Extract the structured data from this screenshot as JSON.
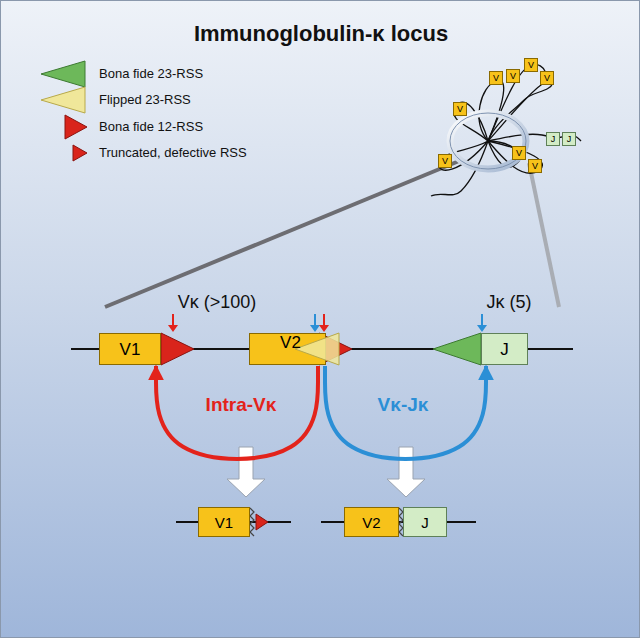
{
  "diagram": {
    "title": "Immunoglobulin-κ locus",
    "nodes": [
      {
        "text": [
          "V"
        ]
      },
      {
        "text": [
          "V"
        ]
      },
      {
        "text": [
          "V"
        ]
      },
      {
        "text": [
          "V"
        ]
      },
      {
        "text": [
          "V"
        ]
      },
      {
        "text": [
          "V"
        ]
      },
      {
        "text": [
          "V"
        ]
      },
      {
        "text": [
          "V"
        ]
      },
      {
        "text": [
          "J"
        ]
      },
      {
        "text": [
          "J"
        ]
      },
      {
        "text": [
          "V1"
        ]
      },
      {
        "text": [
          "V2"
        ]
      },
      {
        "text": [
          "J"
        ]
      },
      {
        "text": [
          "V1"
        ]
      },
      {
        "text": [
          "V2"
        ]
      },
      {
        "text": [
          "J"
        ]
      }
    ],
    "edges": [
      {
        "from": 11,
        "to": 10,
        "arrow": "to",
        "label": "Intra-Vκ"
      },
      {
        "from": 11,
        "to": 12,
        "arrow": "to",
        "label": "Vκ-Jκ"
      }
    ],
    "labels": [
      "Vκ (>100)",
      "Jκ (5)"
    ],
    "legend": [
      {
        "text": "Bona fide 23-RSS"
      },
      {
        "text": "Flipped 23-RSS"
      },
      {
        "text": "Bona fide 12-RSS"
      },
      {
        "text": "Truncated, defective RSS"
      }
    ]
  }
}
